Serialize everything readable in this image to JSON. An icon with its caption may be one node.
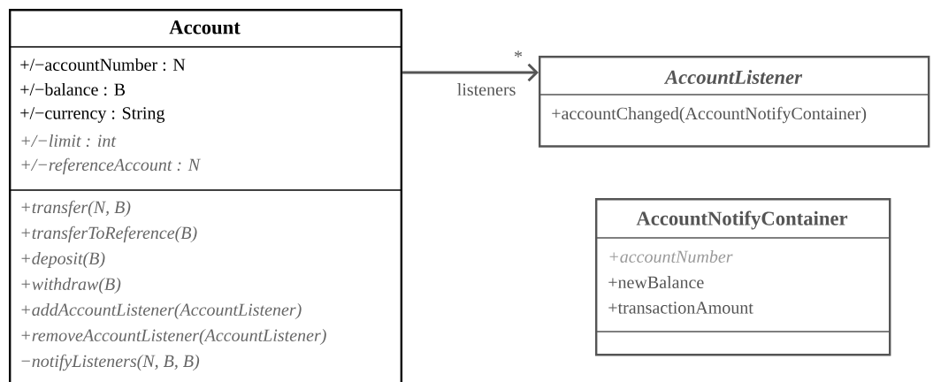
{
  "diagram": {
    "nodes": [
      {
        "text": [
          "Account",
          "+/−accountNumber : N",
          "+/−balance : B",
          "+/−currency : String",
          "+/−limit : int",
          "+/−referenceAccount : N",
          "+transfer(N, B)",
          "+transferToReference(B)",
          "+deposit(B)",
          "+withdraw(B)",
          "+addAccountListener(AccountListener)",
          "+removeAccountListener(AccountListener)",
          "−notifyListeners(N, B, B)"
        ]
      },
      {
        "text": [
          "AccountListener",
          "+accountChanged(AccountNotifyContainer)"
        ]
      },
      {
        "text": [
          "AccountNotifyContainer",
          "+accountNumber",
          "+newBalance",
          "+transactionAmount"
        ]
      }
    ],
    "edges": [
      {
        "from": 0,
        "to": 1,
        "arrow": "to",
        "label": "listeners"
      }
    ],
    "labels": [
      "*"
    ]
  }
}
